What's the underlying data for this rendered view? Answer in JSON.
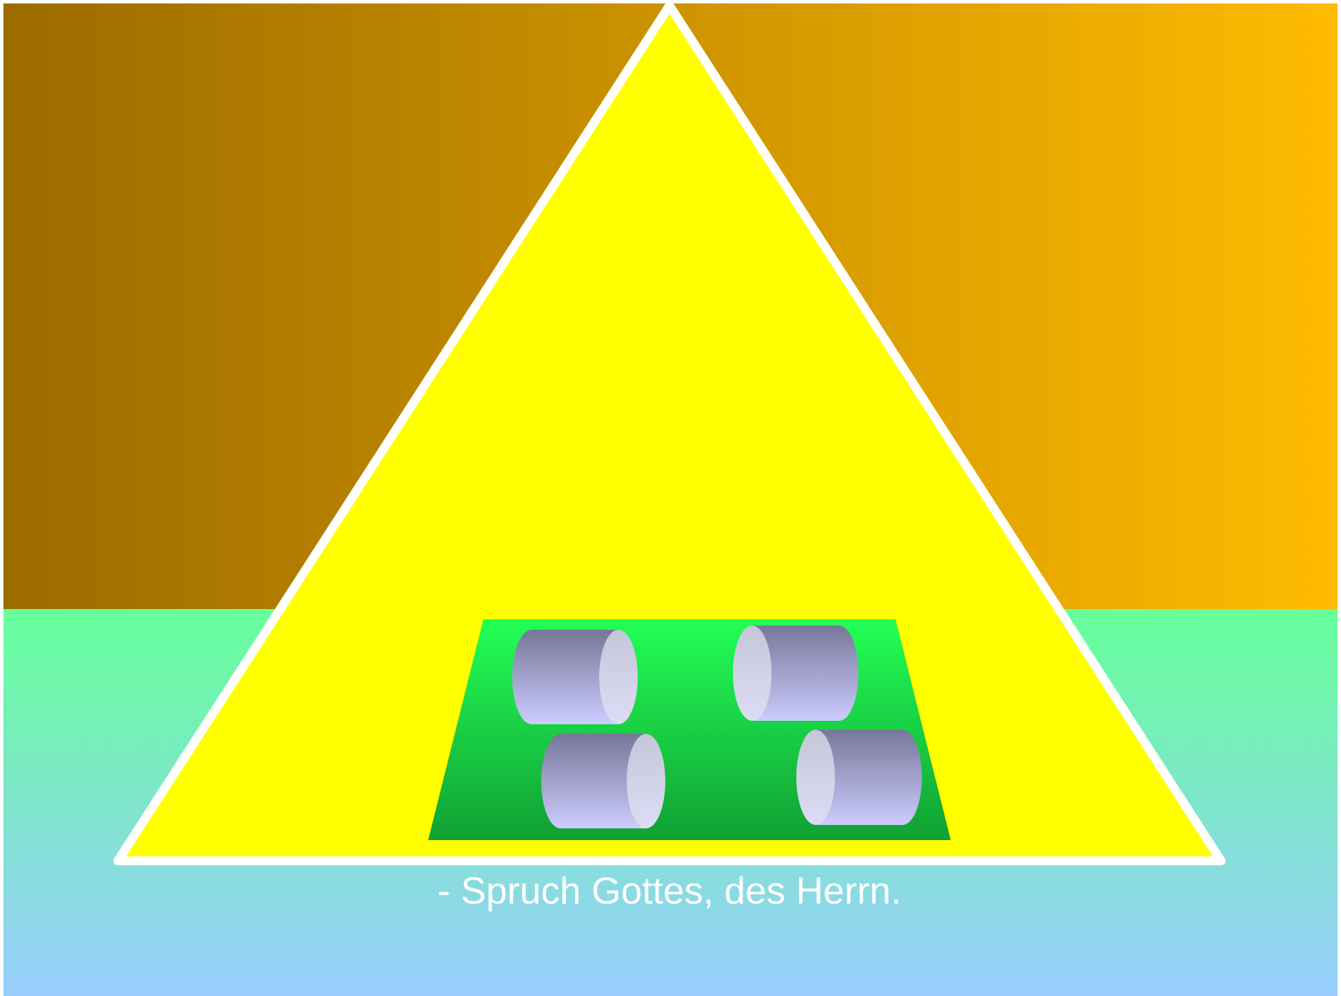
{
  "caption": "- Spruch Gottes, des Herrn.",
  "colors": {
    "sky_left": "#9b6b00",
    "sky_right": "#ffbb00",
    "ground_top": "#66ff99",
    "ground_bottom": "#99ccff",
    "triangle_fill": "#ffff00",
    "triangle_outline": "#ffffff",
    "platform_top": "#22ff55",
    "platform_bottom": "#11a033",
    "cylinder_dark": "#777799",
    "cylinder_light": "#ccccff",
    "caption_color": "#ffffff"
  },
  "cylinders": [
    {
      "name": "cylinder-top-left",
      "cap_side": "right"
    },
    {
      "name": "cylinder-top-right",
      "cap_side": "left"
    },
    {
      "name": "cylinder-bottom-left",
      "cap_side": "right"
    },
    {
      "name": "cylinder-bottom-right",
      "cap_side": "left"
    }
  ]
}
